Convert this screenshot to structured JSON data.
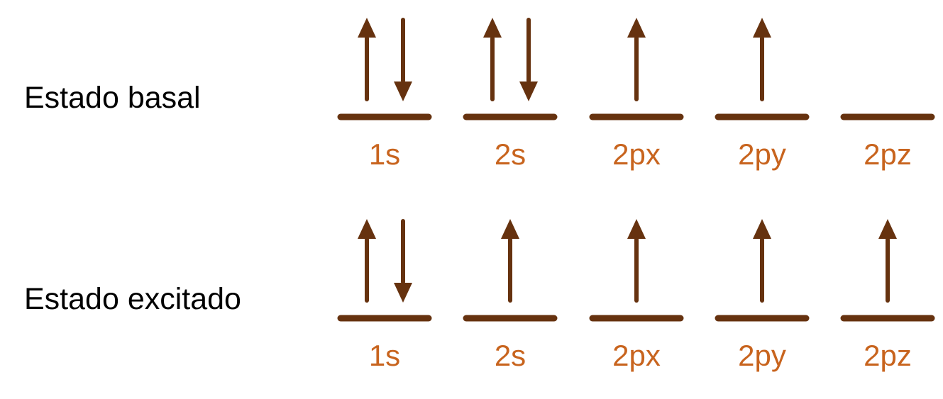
{
  "colors": {
    "arrow": "#66320f",
    "line": "#66320f",
    "label": "#c8641e",
    "text": "#000000"
  },
  "states": [
    {
      "label": "Estado basal",
      "orbitals": [
        {
          "name": "1s",
          "electrons": [
            "up",
            "down"
          ]
        },
        {
          "name": "2s",
          "electrons": [
            "up",
            "down"
          ]
        },
        {
          "name": "2px",
          "electrons": [
            "up"
          ]
        },
        {
          "name": "2py",
          "electrons": [
            "up"
          ]
        },
        {
          "name": "2pz",
          "electrons": []
        }
      ]
    },
    {
      "label": "Estado excitado",
      "orbitals": [
        {
          "name": "1s",
          "electrons": [
            "up",
            "down"
          ]
        },
        {
          "name": "2s",
          "electrons": [
            "up"
          ]
        },
        {
          "name": "2px",
          "electrons": [
            "up"
          ]
        },
        {
          "name": "2py",
          "electrons": [
            "up"
          ]
        },
        {
          "name": "2pz",
          "electrons": [
            "up"
          ]
        }
      ]
    }
  ]
}
